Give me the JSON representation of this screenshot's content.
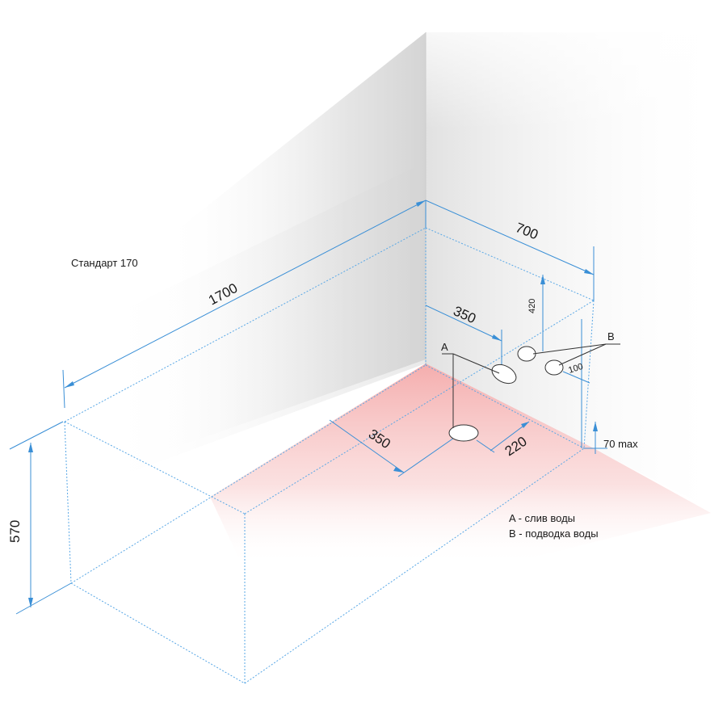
{
  "title": "Стандарт 170",
  "dimensions": {
    "length": "1700",
    "width": "700",
    "height": "570",
    "drain_offset_back": "350",
    "drain_offset_side": "350",
    "drain_offset_floor": "220",
    "supply_height": "420",
    "supply_spacing": "100",
    "drain_height_max": "70 max"
  },
  "markers": {
    "drain": "A",
    "supply": "B"
  },
  "legend": {
    "drain": "A - слив воды",
    "supply": "B - подводка воды"
  },
  "colors": {
    "dimension_lines": "#3a8fd6",
    "floor_highlight": "#f5b8b8",
    "wall_shadow": "#d8d8d8"
  }
}
